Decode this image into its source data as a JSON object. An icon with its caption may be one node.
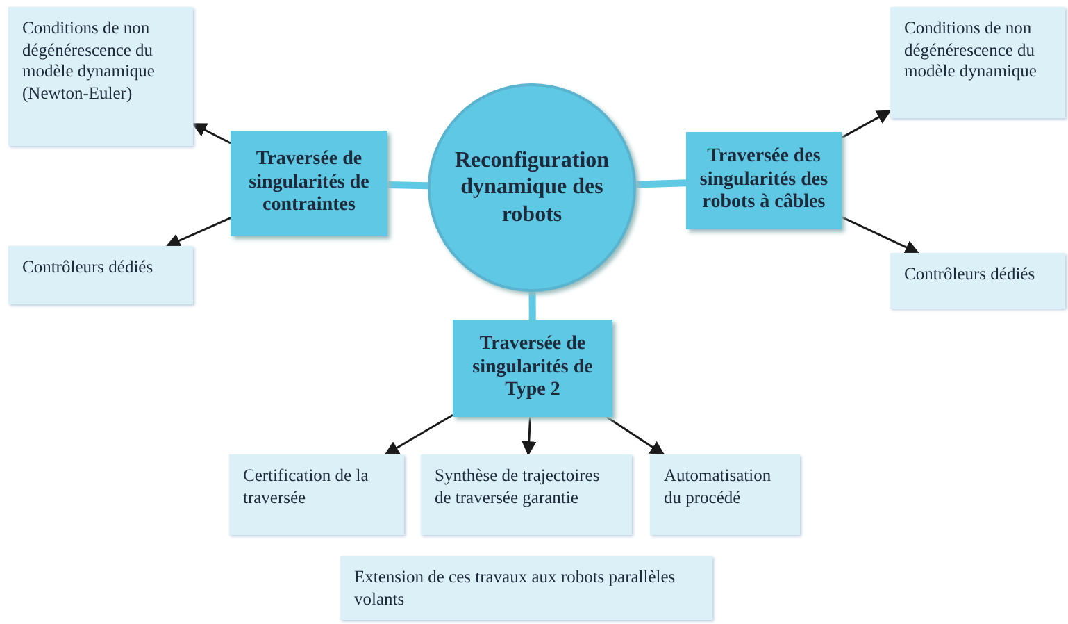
{
  "diagram": {
    "nodes": [
      {
        "text": [
          "Reconfiguration dynamique des robots"
        ]
      },
      {
        "text": [
          "Traversée de singularités de contraintes"
        ]
      },
      {
        "text": [
          "Traversée des singularités des robots à câbles"
        ]
      },
      {
        "text": [
          "Traversée de singularités de Type 2"
        ]
      },
      {
        "text": [
          "Conditions de non dégénérescence du modèle dynamique (Newton-Euler)"
        ]
      },
      {
        "text": [
          "Contrôleurs dédiés"
        ]
      },
      {
        "text": [
          "Conditions de non dégénérescence du modèle dynamique"
        ]
      },
      {
        "text": [
          "Contrôleurs dédiés"
        ]
      },
      {
        "text": [
          "Certification de la traversée"
        ]
      },
      {
        "text": [
          "Synthèse de trajectoires de traversée garantie"
        ]
      },
      {
        "text": [
          "Automatisation du procédé"
        ]
      },
      {
        "text": [
          "Extension de ces travaux aux robots parallèles volants"
        ]
      }
    ],
    "edges": [
      {
        "from": 0,
        "to": 1,
        "arrow": "none",
        "style": "thick",
        "color": "#5ec8e5"
      },
      {
        "from": 0,
        "to": 2,
        "arrow": "none",
        "style": "thick",
        "color": "#5ec8e5"
      },
      {
        "from": 0,
        "to": 3,
        "arrow": "none",
        "style": "thick",
        "color": "#5ec8e5"
      },
      {
        "from": 1,
        "to": 4,
        "arrow": "to"
      },
      {
        "from": 1,
        "to": 5,
        "arrow": "to"
      },
      {
        "from": 2,
        "to": 6,
        "arrow": "to"
      },
      {
        "from": 2,
        "to": 7,
        "arrow": "to"
      },
      {
        "from": 3,
        "to": 8,
        "arrow": "to"
      },
      {
        "from": 3,
        "to": 9,
        "arrow": "to"
      },
      {
        "from": 3,
        "to": 10,
        "arrow": "to"
      }
    ]
  }
}
